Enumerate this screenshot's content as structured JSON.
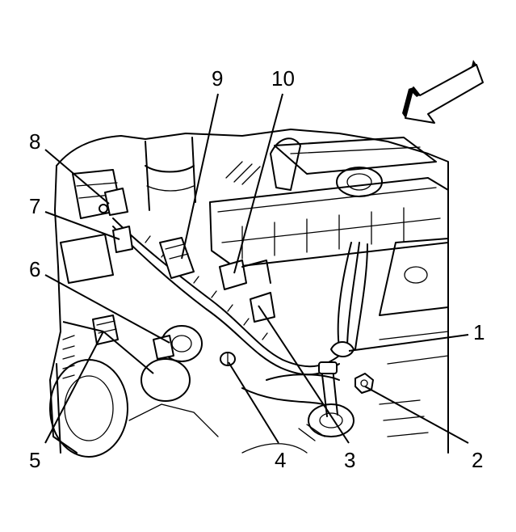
{
  "figure": {
    "callouts": [
      {
        "id": "1",
        "label": "1"
      },
      {
        "id": "2",
        "label": "2"
      },
      {
        "id": "3",
        "label": "3"
      },
      {
        "id": "4",
        "label": "4"
      },
      {
        "id": "5",
        "label": "5"
      },
      {
        "id": "6",
        "label": "6"
      },
      {
        "id": "7",
        "label": "7"
      },
      {
        "id": "8",
        "label": "8"
      },
      {
        "id": "9",
        "label": "9"
      },
      {
        "id": "10",
        "label": "10"
      }
    ],
    "direction_icon": "front-arrow-icon"
  }
}
